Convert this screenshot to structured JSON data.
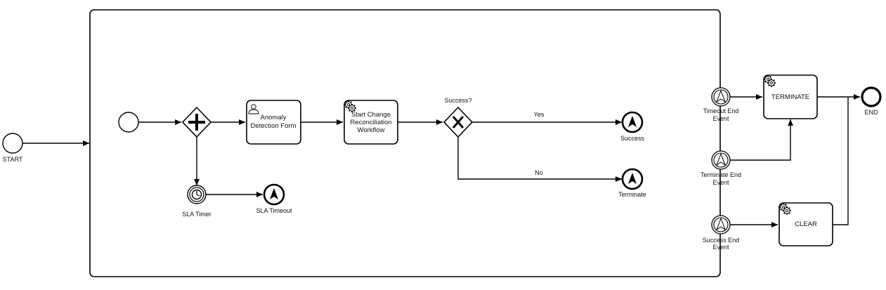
{
  "start_event": {
    "label": "START"
  },
  "end_event": {
    "label": "END"
  },
  "subprocess": {
    "parallel_gateway_icon": "plus",
    "user_task": {
      "label_lines": [
        "Anomaly",
        "Detection Form"
      ],
      "icon": "user-icon"
    },
    "service_task": {
      "label_lines": [
        "Start Change",
        "Reconciliation",
        "Workflow"
      ],
      "icon": "gear-icon"
    },
    "exclusive_gateway": {
      "label": "Success?",
      "icon": "x"
    },
    "flow_yes": {
      "label": "Yes"
    },
    "flow_no": {
      "label": "No"
    },
    "success_end": {
      "label": "Success"
    },
    "terminate_end": {
      "label": "Terminate"
    },
    "sla_timer": {
      "label": "SLA Timer"
    },
    "sla_timeout": {
      "label": "SLA Timeout"
    }
  },
  "boundary_events": [
    {
      "label_lines": [
        "Timeout End",
        "Event"
      ]
    },
    {
      "label_lines": [
        "Terminate End",
        "Event"
      ]
    },
    {
      "label_lines": [
        "Success End",
        "Event"
      ]
    }
  ],
  "terminate_task": {
    "label": "TERMINATE",
    "icon": "gear-icon"
  },
  "clear_task": {
    "label": "CLEAR",
    "icon": "gear-icon"
  },
  "colors": {
    "stroke": "#000000",
    "background": "#ffffff"
  }
}
